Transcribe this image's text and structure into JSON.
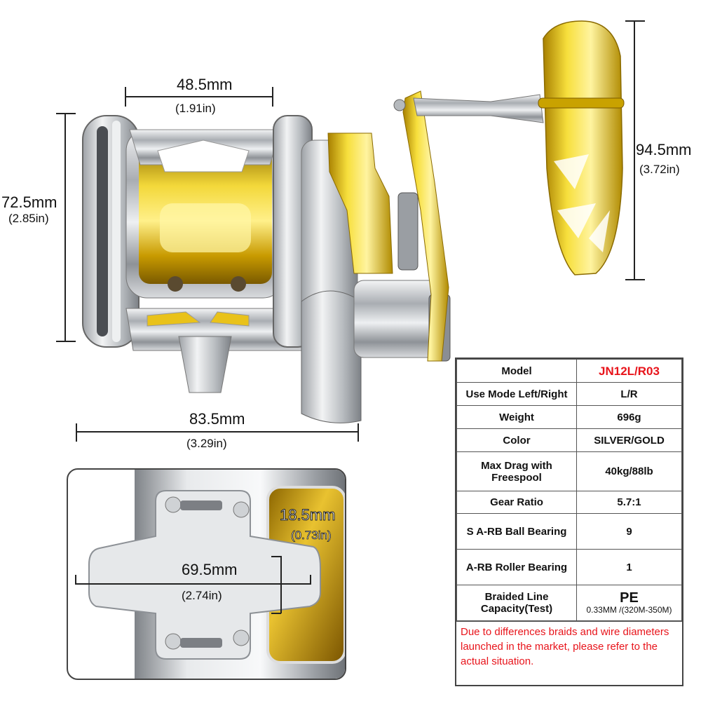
{
  "product": {
    "type": "fishing reel",
    "colors": {
      "silver": "#c8cacd",
      "gold": "#e0b800",
      "accent_red": "#e8141b"
    }
  },
  "dimensions": {
    "spool_width": {
      "mm": "48.5mm",
      "in": "(1.91in)"
    },
    "body_height": {
      "mm": "72.5mm",
      "in": "(2.85in)"
    },
    "body_length": {
      "mm": "83.5mm",
      "in": "(3.29in)"
    },
    "handle_height": {
      "mm": "94.5mm",
      "in": "(3.72in)"
    },
    "foot_length": {
      "mm": "69.5mm",
      "in": "(2.74in)"
    },
    "foot_width": {
      "mm": "18.5mm",
      "in": "(0.73in)"
    }
  },
  "spec_table": {
    "rows": [
      {
        "label": "Model",
        "value": "JN12L/R03"
      },
      {
        "label": "Use Mode Left/Right",
        "value": "L/R"
      },
      {
        "label": "Weight",
        "value": "696g"
      },
      {
        "label": "Color",
        "value": "SILVER/GOLD"
      },
      {
        "label": "Max Drag with Freespool",
        "value": "40kg/88lb"
      },
      {
        "label": "Gear Ratio",
        "value": "5.7:1"
      },
      {
        "label": "S A-RB Ball Bearing",
        "value": "9"
      },
      {
        "label": "A-RB Roller Bearing",
        "value": "1"
      },
      {
        "label": "Braided Line Capacity(Test)",
        "value_main": "PE",
        "value_sub": "0.33MM /(320M-350M)"
      }
    ],
    "note": "Due to differences braids and wire diameters launched in the market, please refer to the actual situation."
  }
}
